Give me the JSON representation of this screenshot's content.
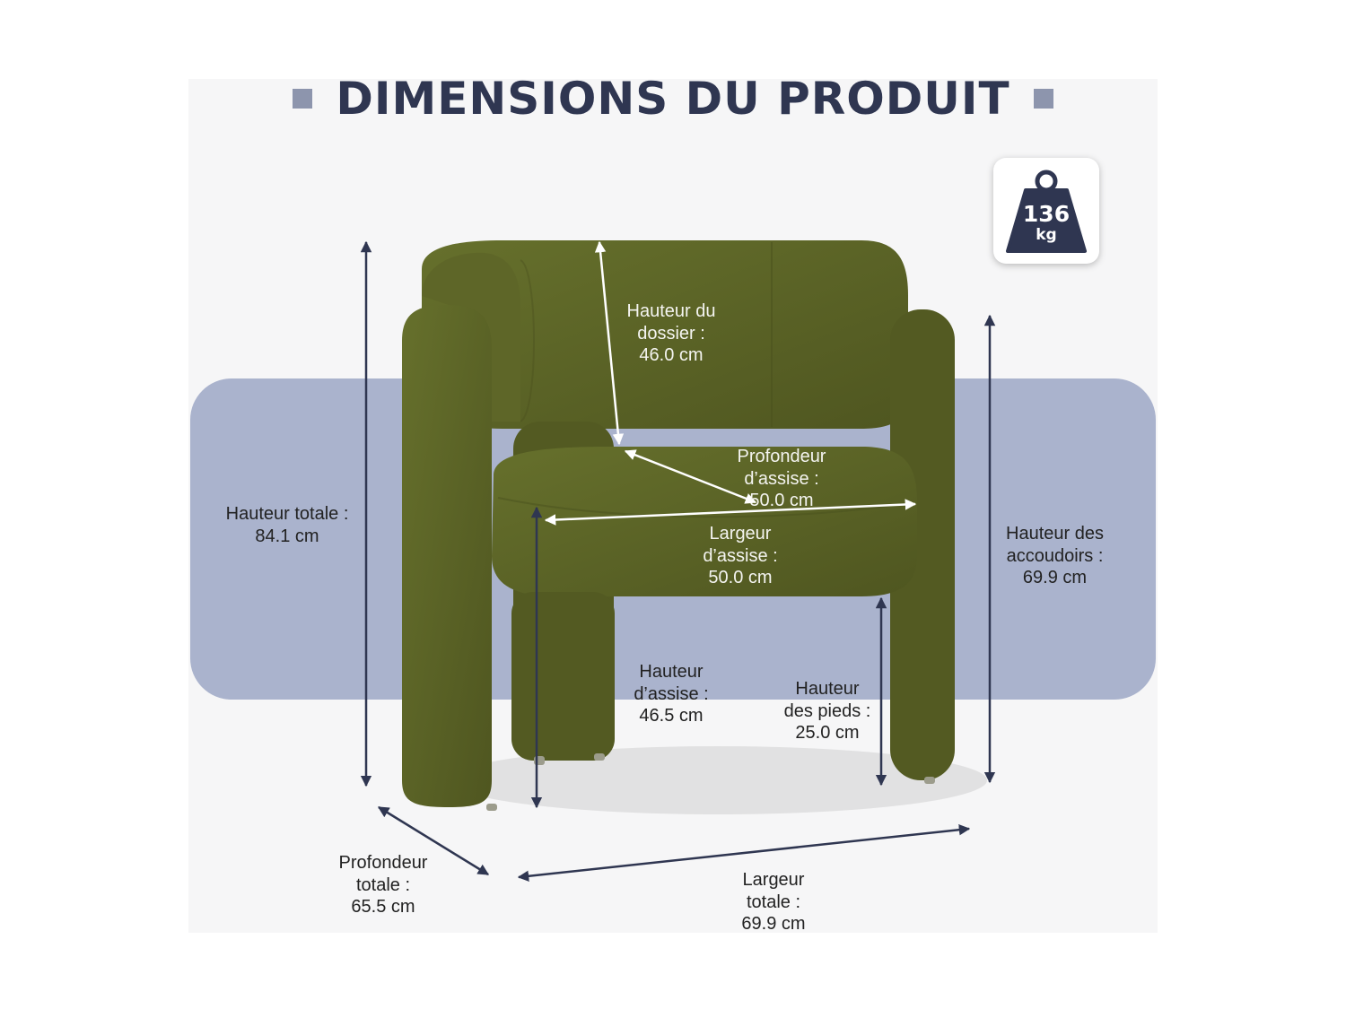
{
  "title": "DIMENSIONS DU PRODUIT",
  "weight": {
    "value": "136",
    "unit": "kg"
  },
  "colors": {
    "navy": "#2f3651",
    "band": "#aab3cd",
    "chair": "#5b6225",
    "square": "#8d95ad"
  },
  "labels": {
    "hauteur_dossier": "Hauteur du\ndossier :\n46.0 cm",
    "profondeur_assise": "Profondeur\nd’assise :\n50.0 cm",
    "largeur_assise": "Largeur\nd’assise :\n50.0 cm",
    "hauteur_totale": "Hauteur totale :\n84.1 cm",
    "hauteur_accoudoirs": "Hauteur des\naccoudoirs :\n69.9 cm",
    "hauteur_assise": "Hauteur\nd’assise :\n46.5 cm",
    "hauteur_pieds": "Hauteur\ndes pieds :\n25.0 cm",
    "profondeur_totale": "Profondeur\ntotale :\n65.5 cm",
    "largeur_totale": "Largeur\ntotale :\n69.9 cm"
  }
}
